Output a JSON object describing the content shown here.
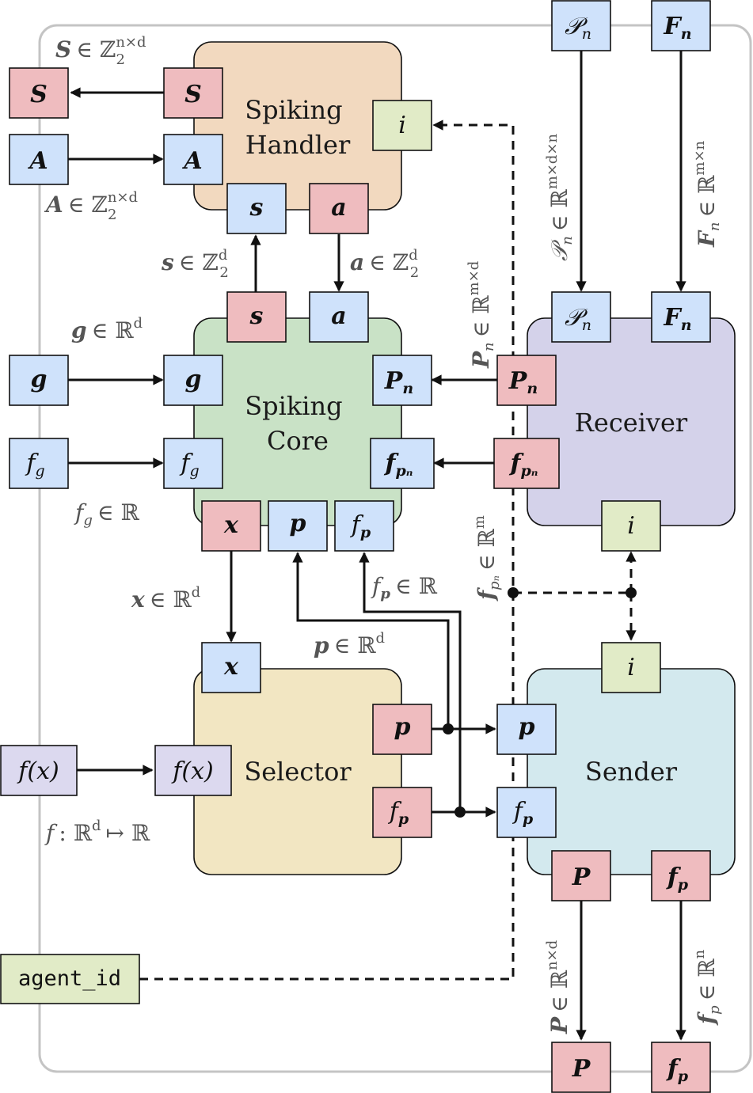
{
  "colors": {
    "port_blue": "#cfe2fb",
    "port_red": "#efbcbf",
    "port_green": "#e1ebc7",
    "port_lavender": "#dcd9ef",
    "handler_fill": "#f2d9bf",
    "core_fill": "#c9e2c6",
    "selector_fill": "#f2e6c2",
    "receiver_fill": "#d4d2ea",
    "sender_fill": "#d3e9ee",
    "frame_stroke": "#c4c4c4"
  },
  "modules": {
    "handler": "Spiking Handler",
    "core": "Spiking Core",
    "selector": "Selector",
    "receiver": "Receiver",
    "sender": "Sender"
  },
  "ports": {
    "S": "S",
    "A": "A",
    "s": "s",
    "a": "a",
    "i": "i",
    "g": "g",
    "fg": "f",
    "fg_sub": "g",
    "Pn_cal": "𝒫",
    "n_sub": "n",
    "F": "F",
    "P": "P",
    "f": "f",
    "pn_sub": "pₙ",
    "p": "p",
    "x": "x",
    "p_sub": "p",
    "fx": "f(x)",
    "agent_id": "agent_id"
  },
  "labels": {
    "S_dom": "∈ ℤ",
    "nxd": "n×d",
    "two": "2",
    "d": "d",
    "in_R": "∈ ℝ",
    "mxdxn": "m×d×n",
    "mxn": "m×n",
    "mxd": "m×d",
    "m": "m",
    "n": "n",
    "nxd_R": "n×d",
    "map": ": ℝ",
    "mapsto": "↦ ℝ"
  },
  "icons": [
    "arrow-head",
    "junction-dot"
  ]
}
